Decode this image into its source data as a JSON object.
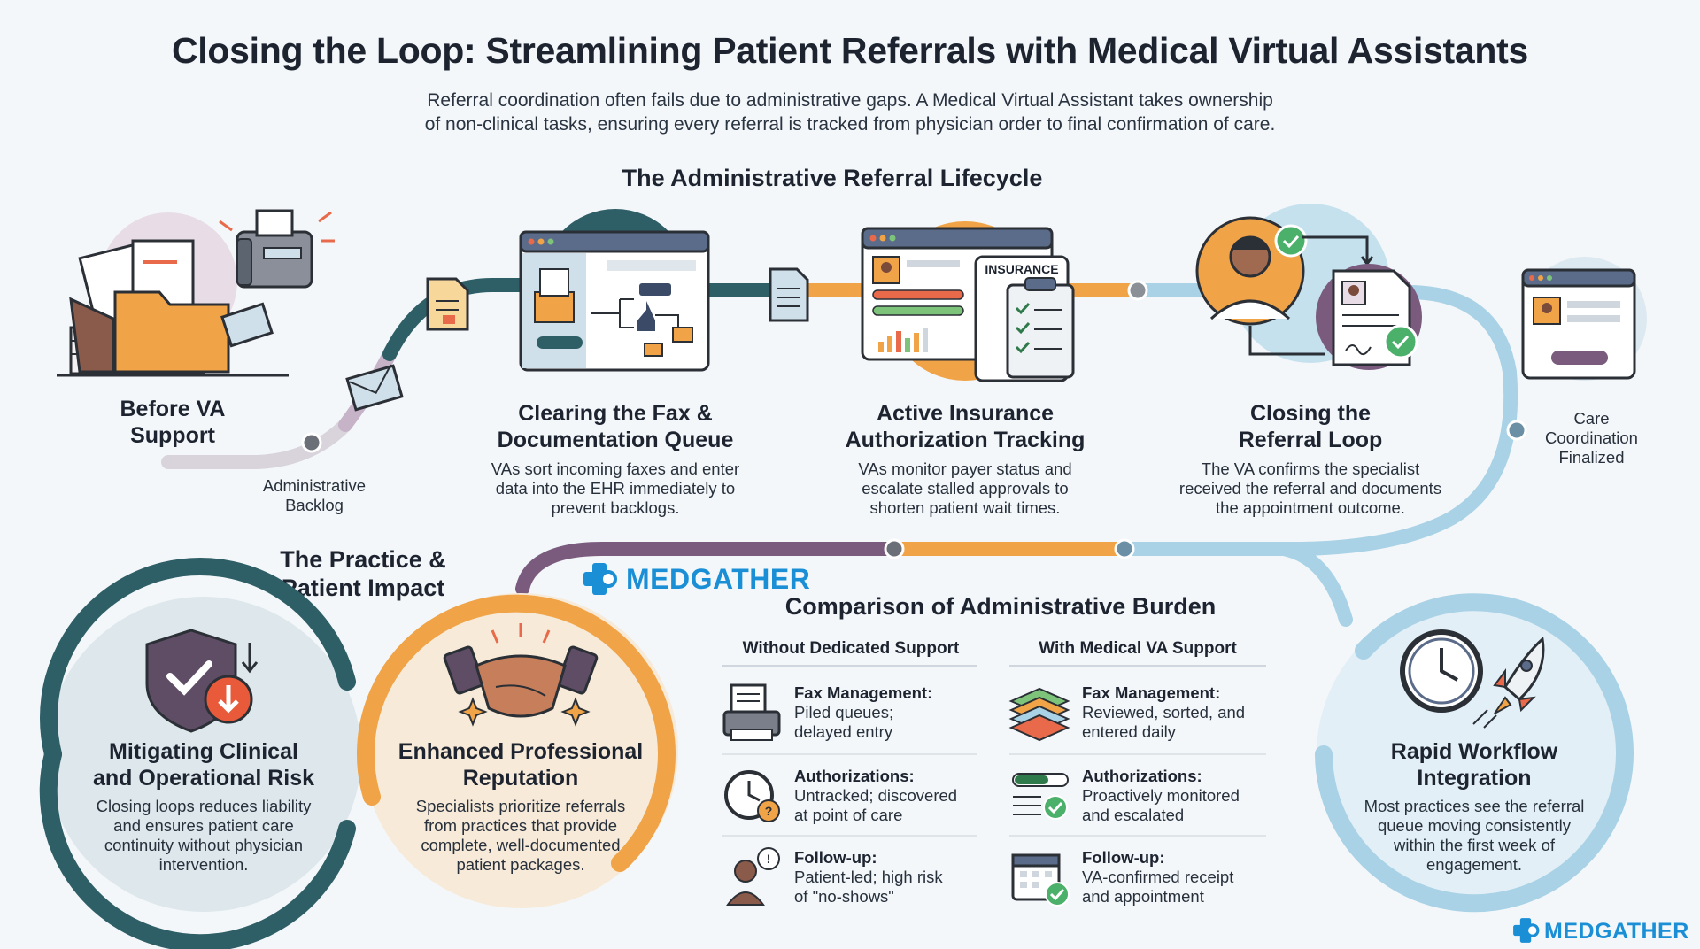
{
  "header": {
    "title": "Closing the Loop: Streamlining Patient Referrals with Medical Virtual Assistants",
    "subtitle_line1": "Referral coordination often fails due to administrative gaps. A Medical Virtual Assistant takes ownership",
    "subtitle_line2": "of non-clinical tasks, ensuring every referral is tracked from physician order to final confirmation of care."
  },
  "lifecycle": {
    "heading": "The Administrative Referral Lifecycle",
    "start": {
      "title_line1": "Before VA",
      "title_line2": "Support",
      "label_line1": "Administrative",
      "label_line2": "Backlog"
    },
    "steps": [
      {
        "title_line1": "Clearing the Fax &",
        "title_line2": "Documentation Queue",
        "desc_line1": "VAs sort incoming faxes and enter",
        "desc_line2": "data into the EHR immediately to",
        "desc_line3": "prevent backlogs."
      },
      {
        "title_line1": "Active Insurance",
        "title_line2": "Authorization Tracking",
        "desc_line1": "VAs monitor payer status and",
        "desc_line2": "escalate stalled approvals to",
        "desc_line3": "shorten patient wait times.",
        "badge": "INSURANCE"
      },
      {
        "title_line1": "Closing the",
        "title_line2": "Referral Loop",
        "desc_line1": "The VA confirms the specialist",
        "desc_line2": "received the referral and documents",
        "desc_line3": "the appointment outcome."
      }
    ],
    "end": {
      "label_line1": "Care",
      "label_line2": "Coordination",
      "label_line3": "Finalized"
    }
  },
  "impact": {
    "heading_line1": "The Practice &",
    "heading_line2": "Patient Impact",
    "risk": {
      "title_line1": "Mitigating Clinical",
      "title_line2": "and Operational Risk",
      "desc_line1": "Closing loops reduces liability",
      "desc_line2": "and ensures patient care",
      "desc_line3": "continuity without physician",
      "desc_line4": "intervention."
    },
    "reputation": {
      "title_line1": "Enhanced Professional",
      "title_line2": "Reputation",
      "desc_line1": "Specialists prioritize referrals",
      "desc_line2": "from practices that provide",
      "desc_line3": "complete, well-documented",
      "desc_line4": "patient packages."
    },
    "integration": {
      "title_line1": "Rapid Workflow",
      "title_line2": "Integration",
      "desc_line1": "Most practices see the referral",
      "desc_line2": "queue moving consistently",
      "desc_line3": "within the first week of",
      "desc_line4": "engagement."
    }
  },
  "comparison": {
    "heading": "Comparison of Administrative Burden",
    "col_without": "Without Dedicated Support",
    "col_with": "With Medical VA Support",
    "rows": [
      {
        "title": "Fax Management:",
        "without_line1": "Piled queues;",
        "without_line2": "delayed entry",
        "with_line1": "Reviewed, sorted, and",
        "with_line2": "entered daily"
      },
      {
        "title": "Authorizations:",
        "without_line1": "Untracked; discovered",
        "without_line2": "at point of care",
        "with_line1": "Proactively monitored",
        "with_line2": "and escalated"
      },
      {
        "title": "Follow-up:",
        "without_line1": "Patient-led; high risk",
        "without_line2": "of \"no-shows\"",
        "with_line1": "VA-confirmed receipt",
        "with_line2": "and appointment"
      }
    ]
  },
  "brand": {
    "logo_text": "MEDGATHER",
    "footer_logo_text": "MEDGATHER"
  },
  "colors": {
    "teal": "#2f5f66",
    "orange": "#f0a347",
    "purple": "#7a5b7e",
    "lightblue": "#a9d2e6",
    "brand": "#1a8fd6"
  }
}
